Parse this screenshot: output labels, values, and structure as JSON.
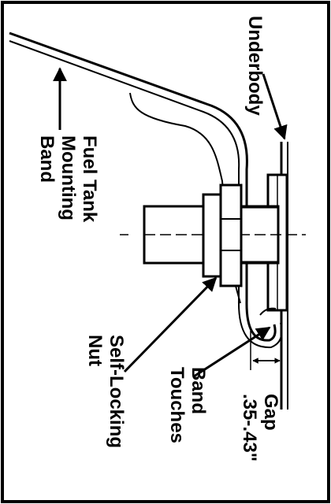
{
  "labels": {
    "underbody": "Underbody",
    "fuel_tank_band": [
      "Fuel Tank",
      "Mounting",
      "Band"
    ],
    "self_locking_nut": [
      "Self-Locking",
      "Nut"
    ],
    "band_touches": [
      "Band",
      "Touches"
    ],
    "gap": [
      "Gap",
      ".35-.43\""
    ]
  },
  "colors": {
    "ink": "#000000",
    "paper": "#ffffff"
  }
}
